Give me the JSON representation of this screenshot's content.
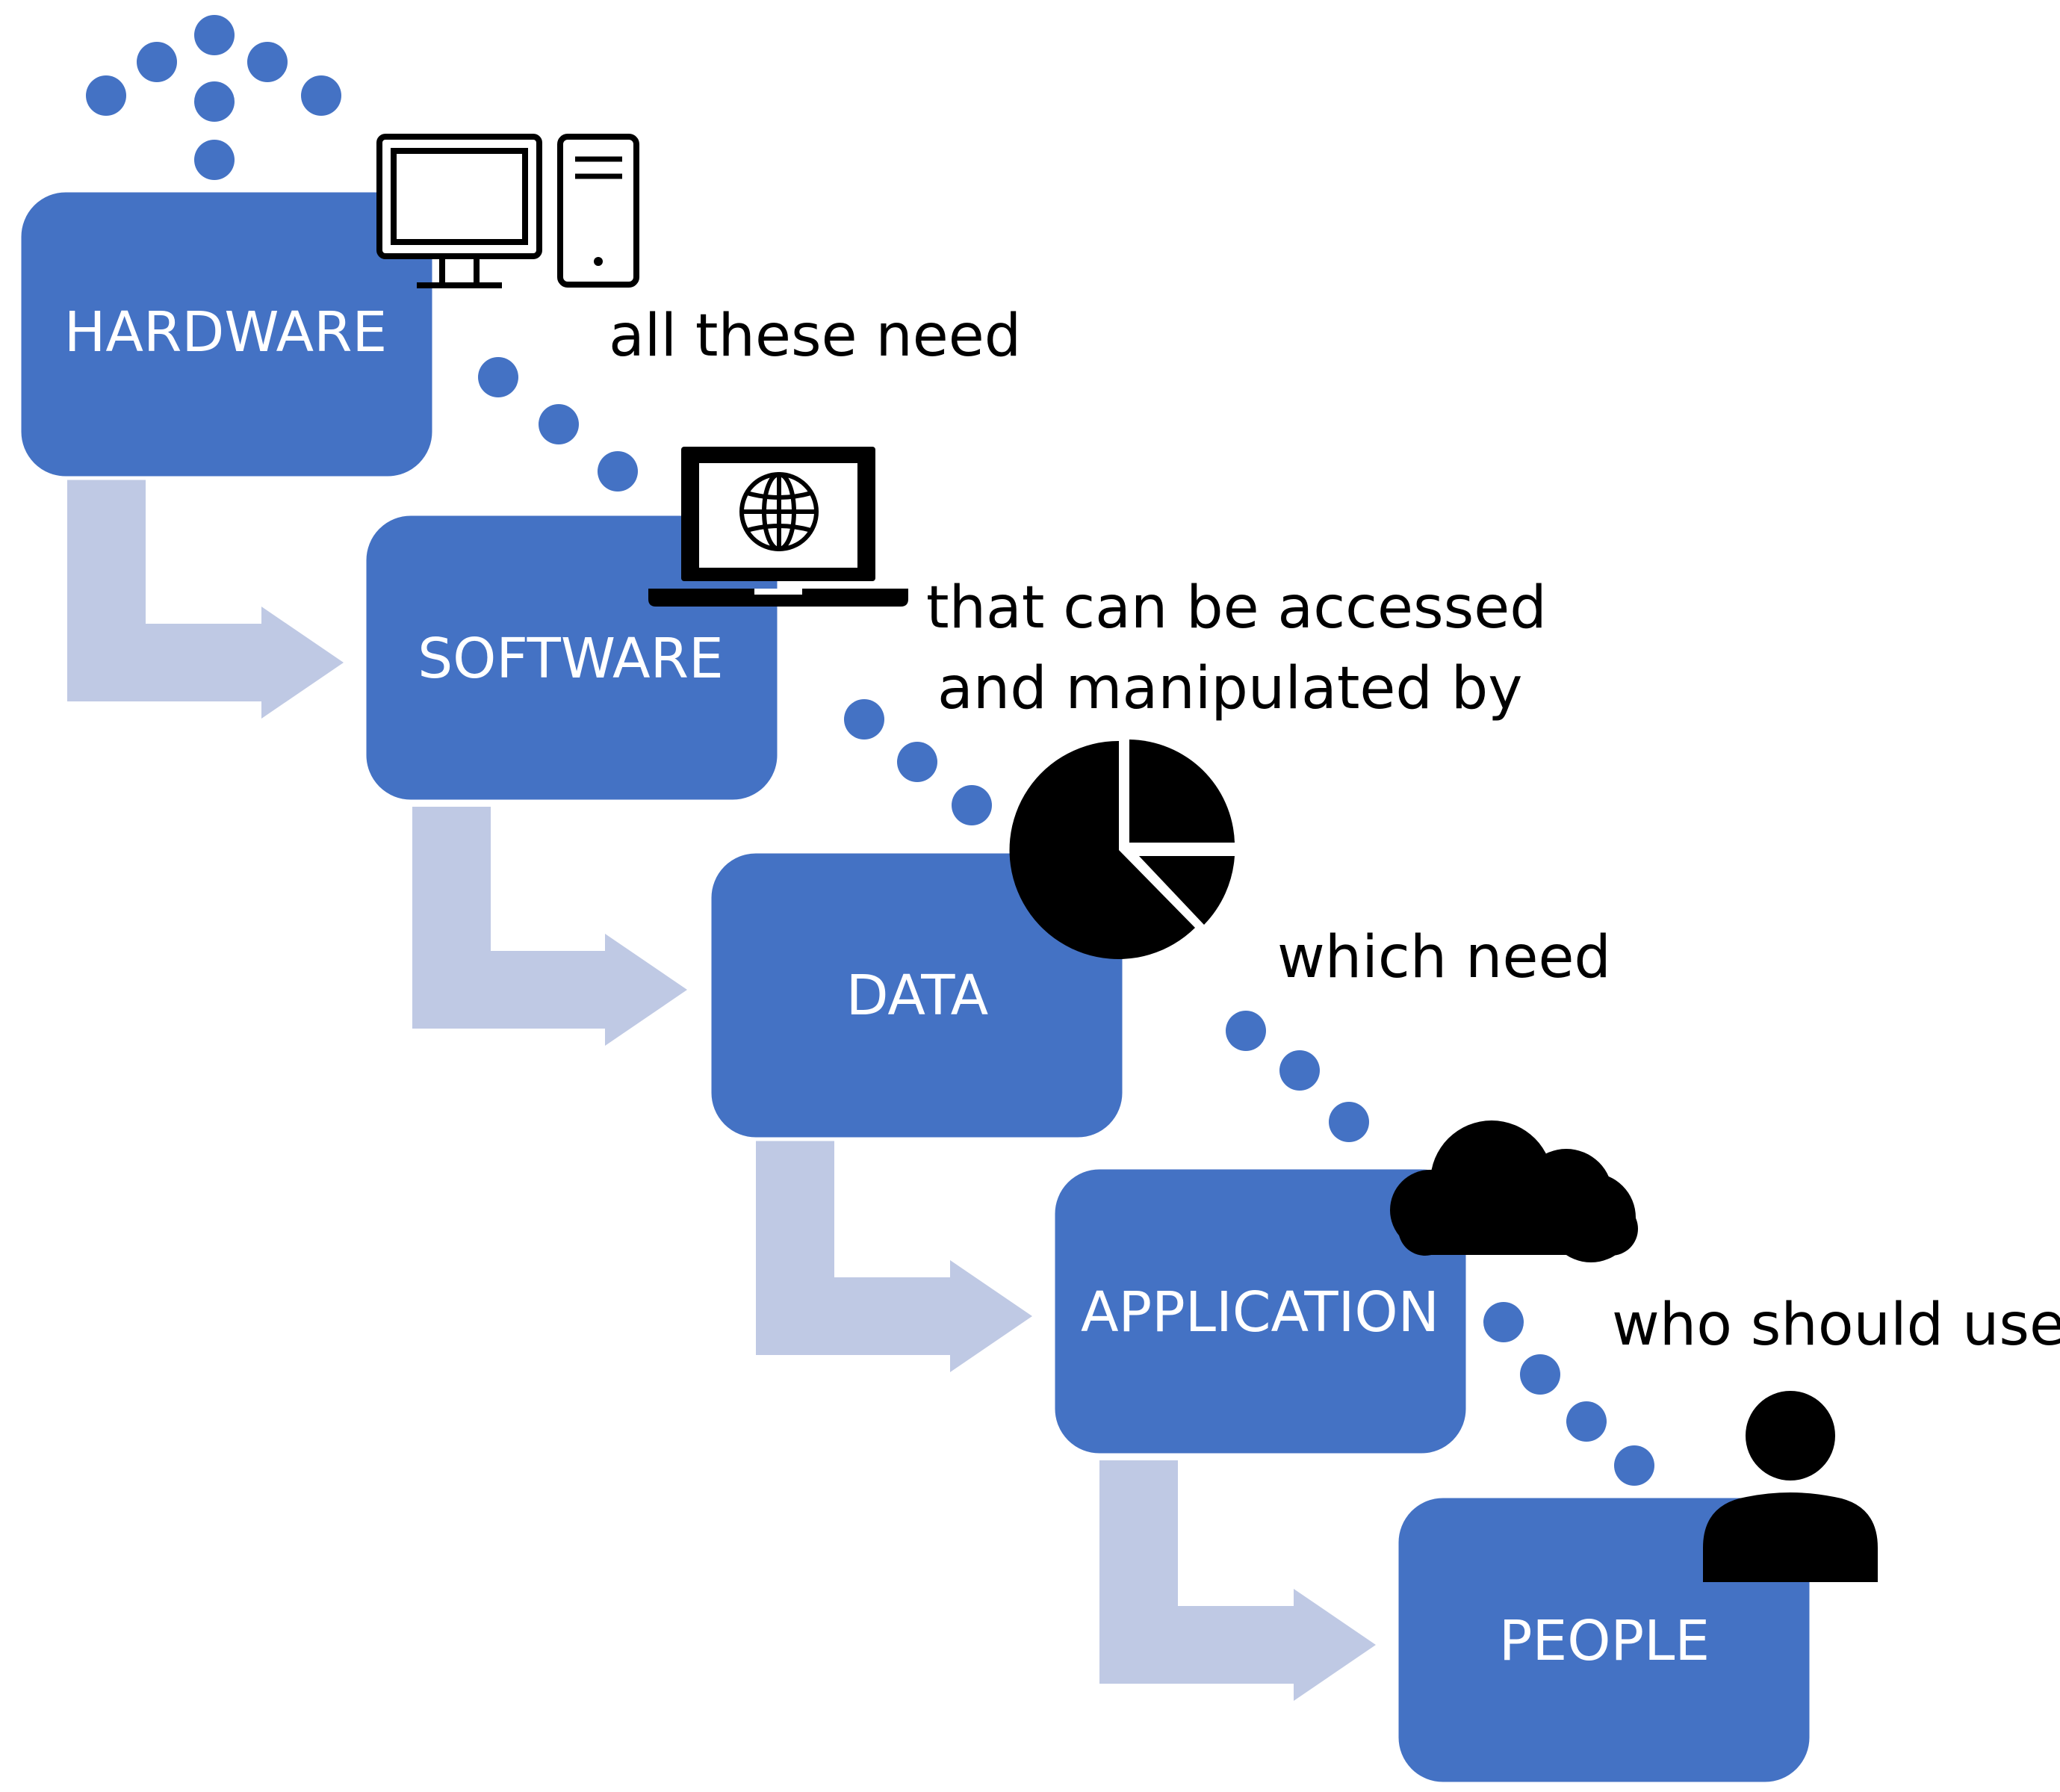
{
  "colors": {
    "box_fill": "#4472C4",
    "box_stroke": "#ffffff",
    "connector_arrow": "#BFC9E4",
    "dot": "#4472C4",
    "icon": "#000000",
    "box_text": "#ffffff",
    "caption_text": "#000000"
  },
  "stages": [
    {
      "id": "hardware",
      "label": "HARDWARE"
    },
    {
      "id": "software",
      "label": "SOFTWARE"
    },
    {
      "id": "data",
      "label": "DATA"
    },
    {
      "id": "application",
      "label": "APPLICATION"
    },
    {
      "id": "people",
      "label": "PEOPLE"
    }
  ],
  "captions": {
    "hardware_to_software": "all these need",
    "software_to_data_line1": "that can be accessed",
    "software_to_data_line2": "and manipulated by",
    "data_to_application": "which need",
    "application_to_people": "who should use"
  },
  "icons": {
    "hardware": [
      "desktop-monitor-icon",
      "tower-pc-icon"
    ],
    "software": "laptop-globe-icon",
    "data": "pie-chart-icon",
    "application": "cloud-icon",
    "people": "person-icon",
    "top": "dot-cluster-icon"
  }
}
